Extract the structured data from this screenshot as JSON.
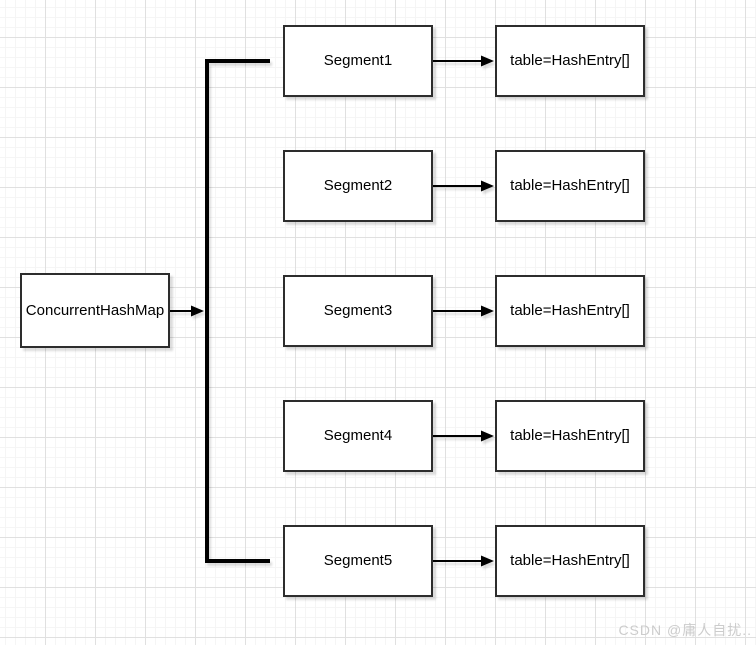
{
  "diagram": {
    "root": {
      "label": "ConcurrentHashMap"
    },
    "rows": [
      {
        "segment": "Segment1",
        "table": "table=HashEntry[]"
      },
      {
        "segment": "Segment2",
        "table": "table=HashEntry[]"
      },
      {
        "segment": "Segment3",
        "table": "table=HashEntry[]"
      },
      {
        "segment": "Segment4",
        "table": "table=HashEntry[]"
      },
      {
        "segment": "Segment5",
        "table": "table=HashEntry[]"
      }
    ]
  },
  "watermark": {
    "text": "CSDN @庸人自扰.."
  },
  "colors": {
    "node_border": "#2d2d2d",
    "node_fill": "#ffffff",
    "connector": "#000000",
    "grid_major": "#e0e0e0",
    "grid_minor": "#f5f5f5",
    "watermark": "#cccccc",
    "canvas_bg": "#ffffff"
  }
}
